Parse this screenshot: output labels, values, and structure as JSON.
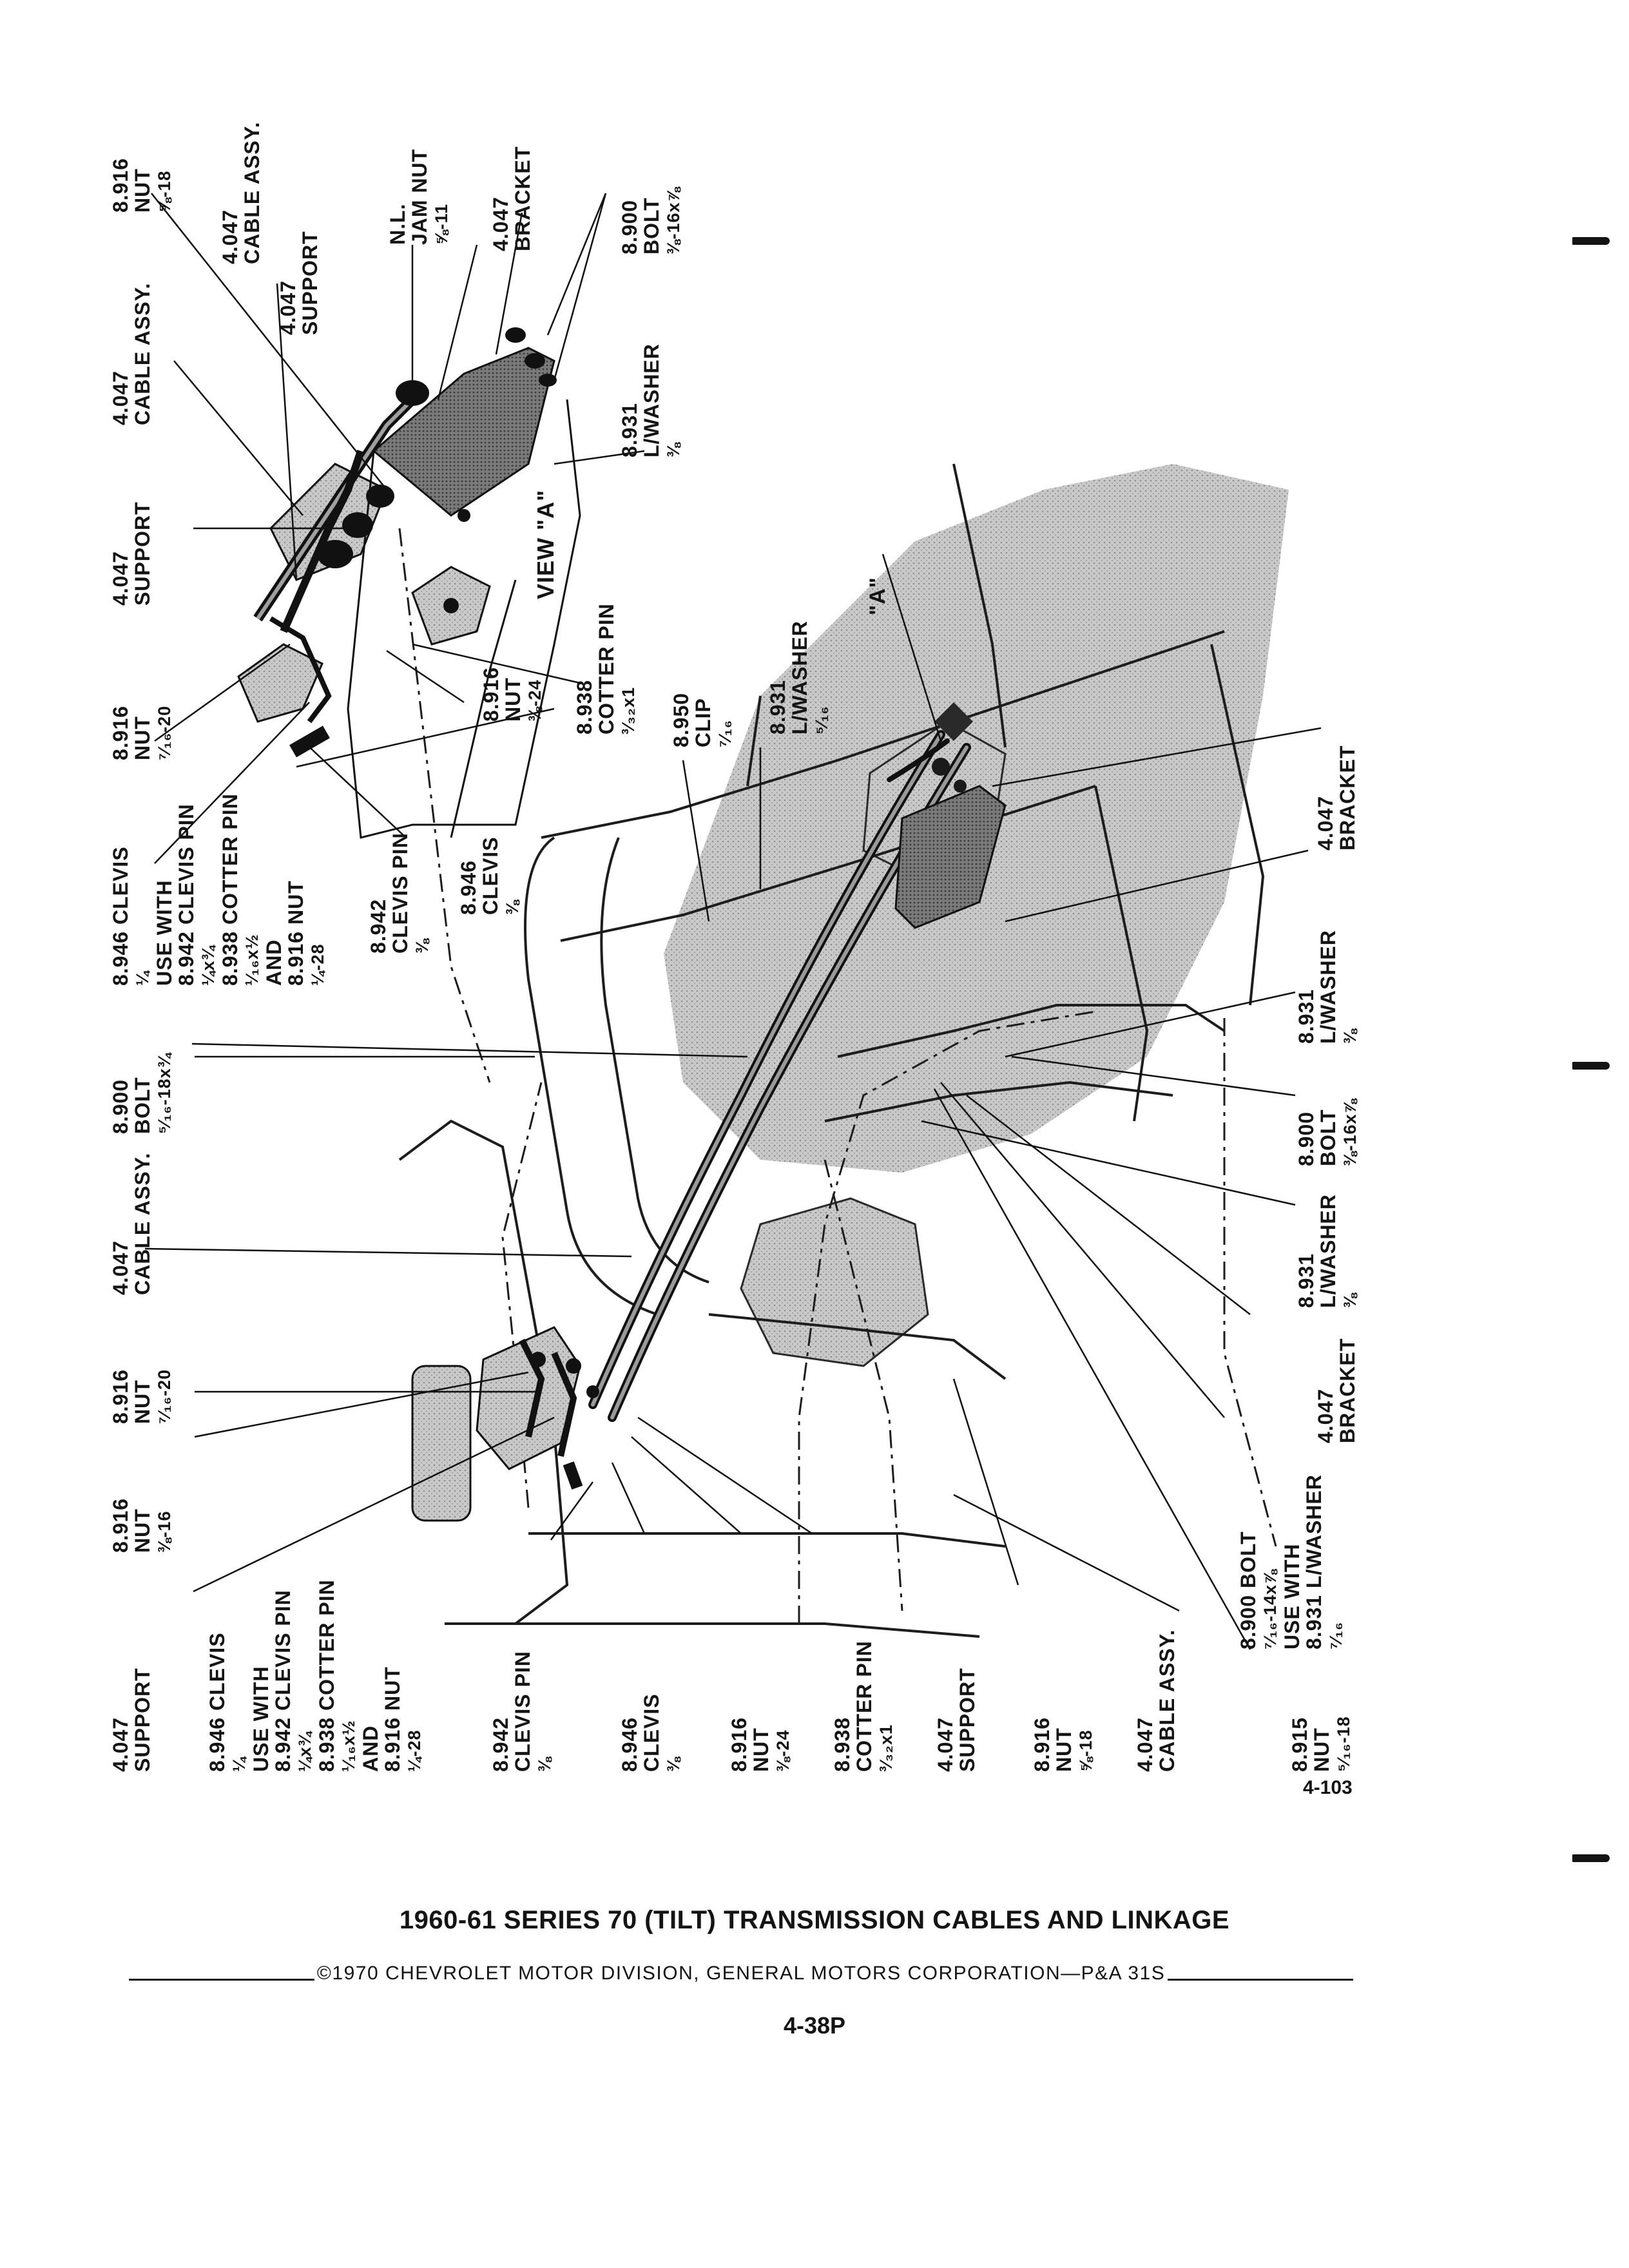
{
  "document": {
    "title": "1960-61 SERIES 70 (TILT) TRANSMISSION CABLES AND LINKAGE",
    "copyright": "©1970 CHEVROLET MOTOR DIVISION, GENERAL MOTORS CORPORATION—P&A 31S",
    "page_number": "4-38P",
    "figure_number": "4-103"
  },
  "view_label": "VIEW \"A\"",
  "detail_marker": "\"A\"",
  "callouts": {
    "c01": [
      "8.916",
      "NUT",
      "⅝-18"
    ],
    "c02": [
      "4.047",
      "CABLE ASSY."
    ],
    "c03": [
      "4.047",
      "SUPPORT"
    ],
    "c04": [
      "N.L.",
      "JAM NUT",
      "⅝-11"
    ],
    "c05": [
      "4.047",
      "BRACKET"
    ],
    "c06": [
      "8.900",
      "BOLT",
      "⅜-16x⅞"
    ],
    "c07": [
      "4.047",
      "CABLE ASSY."
    ],
    "c08": [
      "8.931",
      "L/WASHER",
      "⅜"
    ],
    "c09": [
      "4.047",
      "SUPPORT"
    ],
    "c10": [
      "8.916",
      "NUT",
      "⁷⁄₁₆-20"
    ],
    "c11": [
      "8.916",
      "NUT",
      "⅜-24"
    ],
    "c12": [
      "8.938",
      "COTTER PIN",
      "³⁄₃₂x1"
    ],
    "c13": [
      "8.946 CLEVIS",
      "¼",
      "USE WITH",
      "8.942 CLEVIS PIN",
      "¼x¾",
      "8.938 COTTER PIN",
      "¹⁄₁₆x½",
      "AND",
      "8.916 NUT",
      "¼-28"
    ],
    "c14": [
      "8.942",
      "CLEVIS PIN",
      "⅜"
    ],
    "c15": [
      "8.946",
      "CLEVIS",
      "⅜"
    ],
    "c16": [
      "8.950",
      "CLIP",
      "⁷⁄₁₆"
    ],
    "c17": [
      "8.931",
      "L/WASHER",
      "⁵⁄₁₆"
    ],
    "c18": [
      "4.047",
      "BRACKET"
    ],
    "c19": [
      "8.900",
      "BOLT",
      "⁵⁄₁₆-18x¾"
    ],
    "c20": [
      "8.931",
      "L/WASHER",
      "⅜"
    ],
    "c21": [
      "8.900",
      "BOLT",
      "⅜-16x⅞"
    ],
    "c22": [
      "4.047",
      "CABLE ASSY."
    ],
    "c23": [
      "8.931",
      "L/WASHER",
      "⅜"
    ],
    "c24": [
      "8.916",
      "NUT",
      "⁷⁄₁₆-20"
    ],
    "c25": [
      "4.047",
      "BRACKET"
    ],
    "c26": [
      "8.916",
      "NUT",
      "⅜-16"
    ],
    "c27": [
      "8.900 BOLT",
      "⁷⁄₁₆-14x⅞",
      "USE WITH",
      "8.931 L/WASHER",
      "⁷⁄₁₆"
    ],
    "c28": [
      "4.047",
      "SUPPORT"
    ],
    "c29": [
      "8.946 CLEVIS",
      "¼",
      "USE WITH",
      "8.942 CLEVIS PIN",
      "¼x¾",
      "8.938 COTTER PIN",
      "¹⁄₁₆x½",
      "AND",
      "8.916 NUT",
      "¼-28"
    ],
    "c30": [
      "8.942",
      "CLEVIS PIN",
      "⅜"
    ],
    "c31": [
      "8.946",
      "CLEVIS",
      "⅜"
    ],
    "c32": [
      "8.916",
      "NUT",
      "⅜-24"
    ],
    "c33": [
      "8.938",
      "COTTER PIN",
      "³⁄₃₂x1"
    ],
    "c34": [
      "4.047",
      "SUPPORT"
    ],
    "c35": [
      "8.916",
      "NUT",
      "⅝-18"
    ],
    "c36": [
      "4.047",
      "CABLE ASSY."
    ],
    "c37": [
      "8.915",
      "NUT",
      "⁵⁄₁₆-18"
    ]
  }
}
